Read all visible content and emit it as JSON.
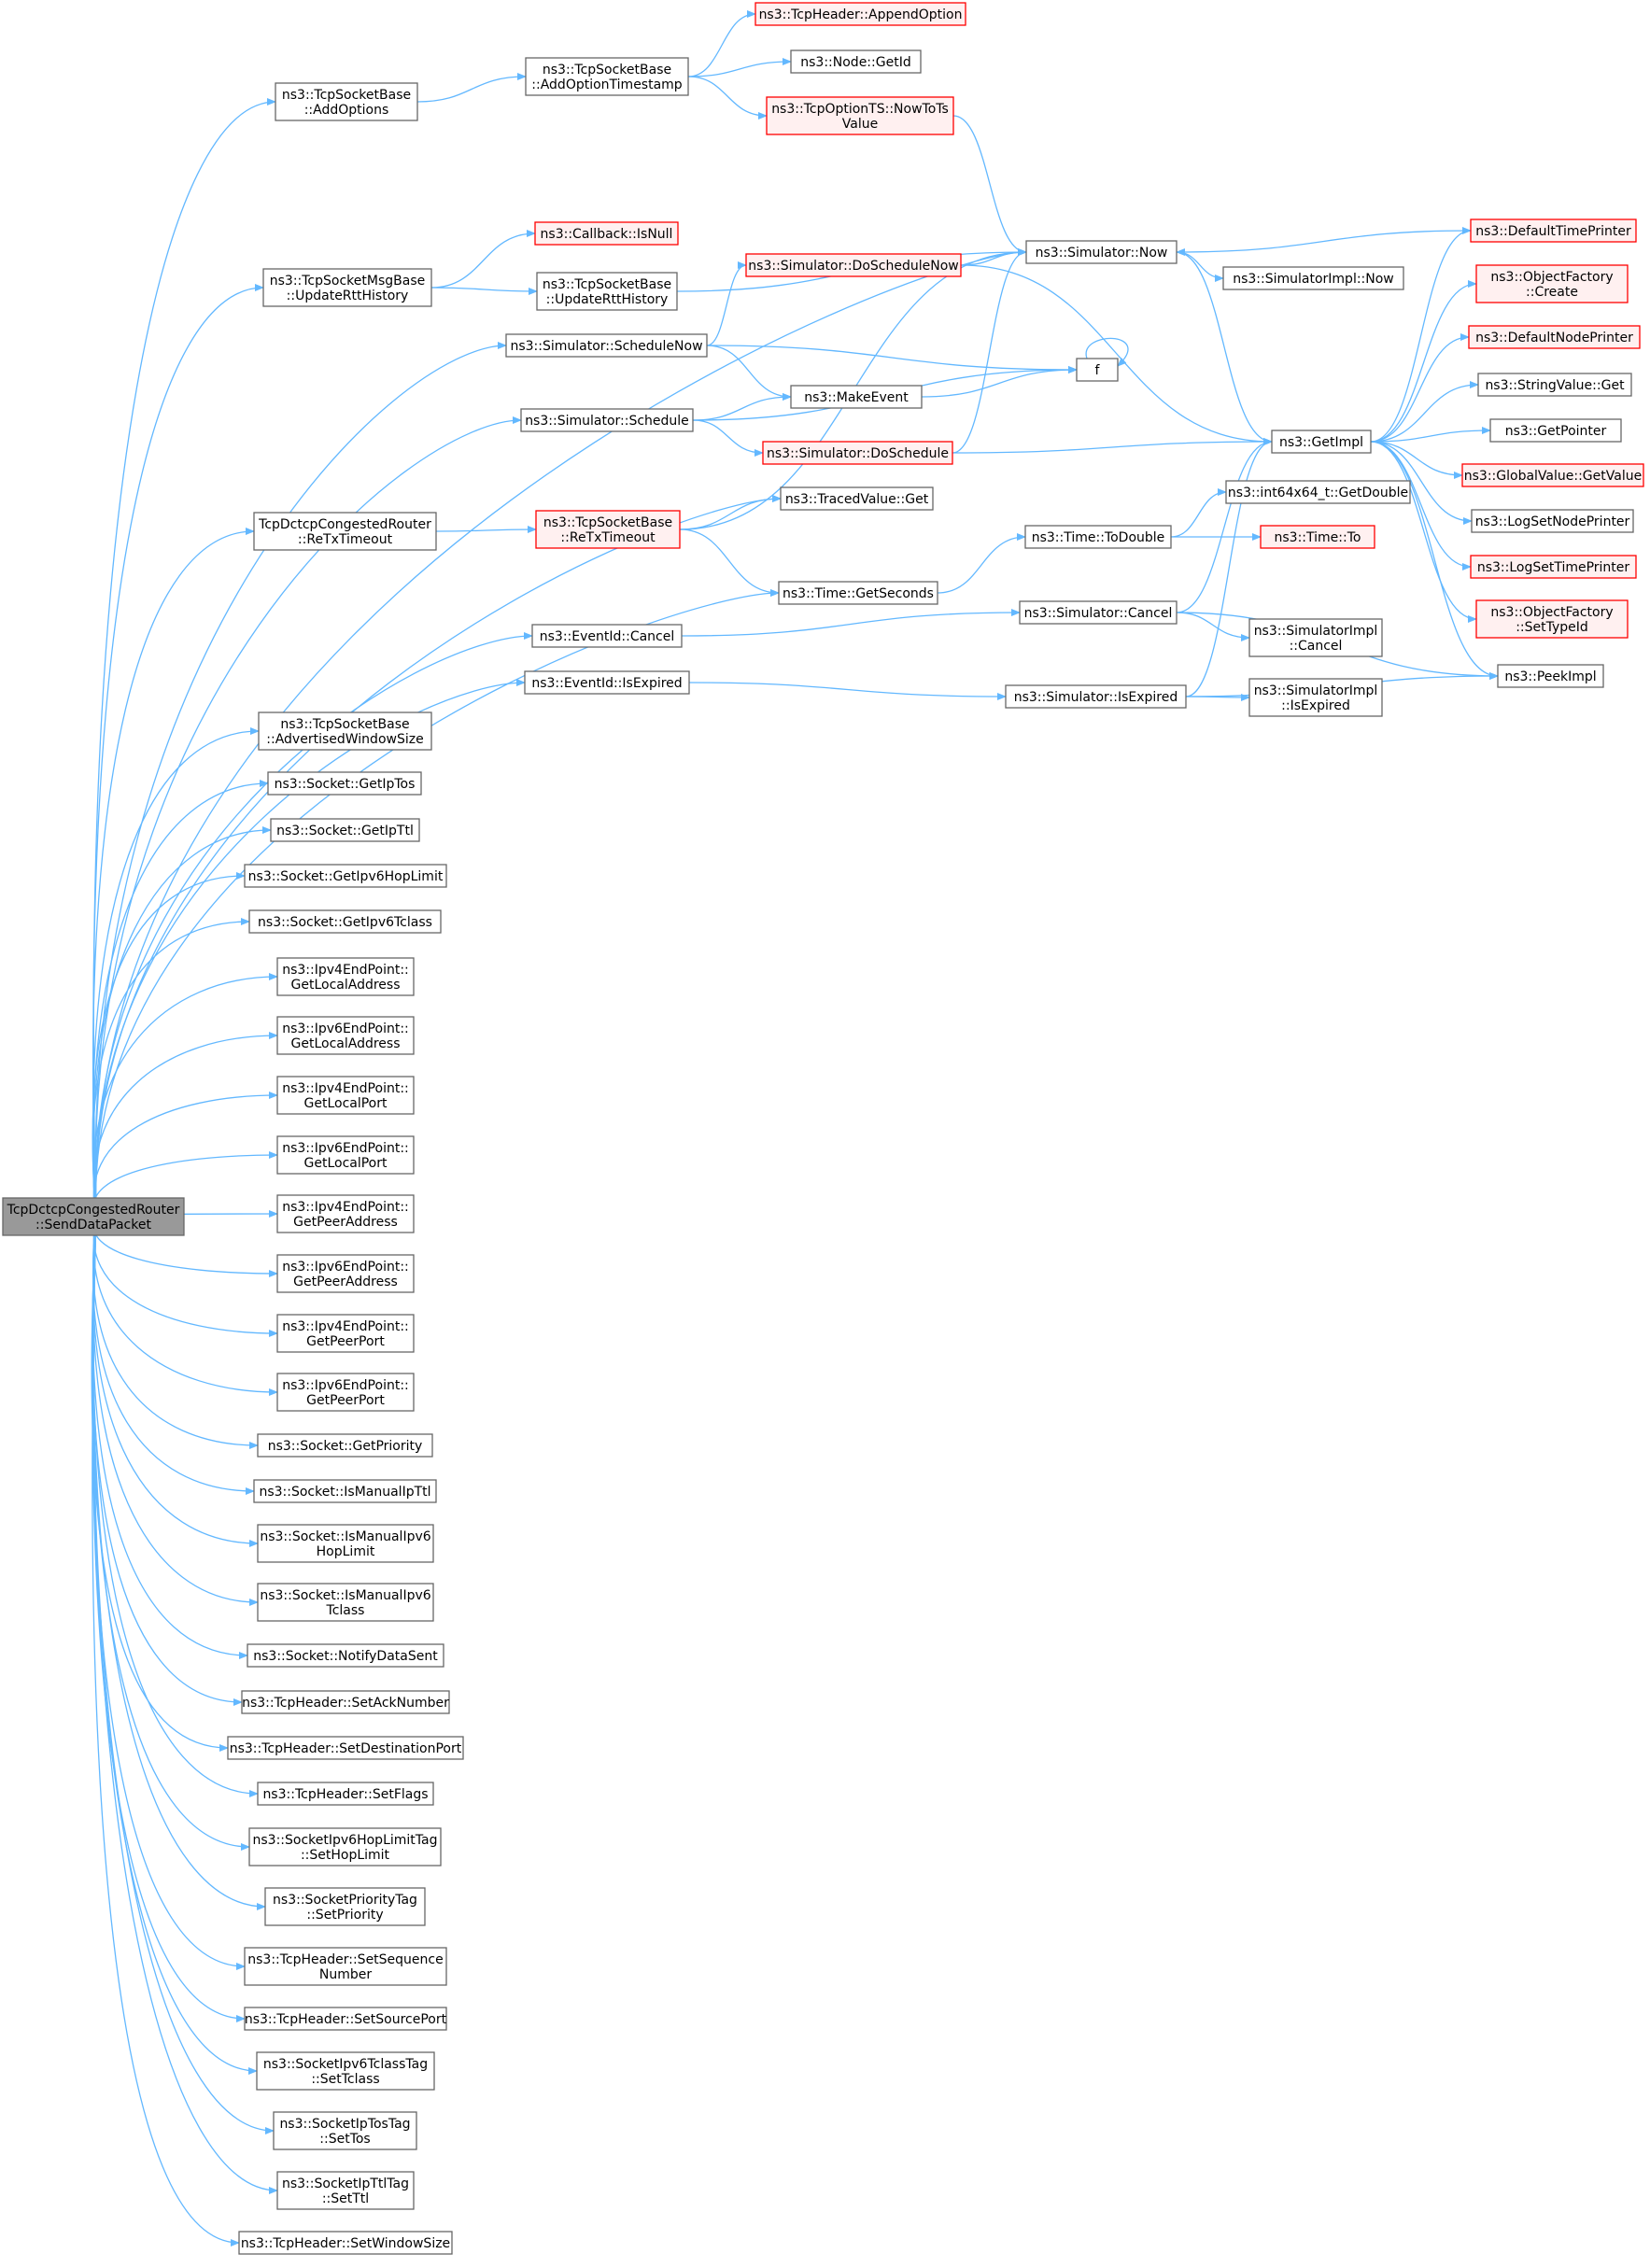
{
  "diagram": {
    "type": "call-graph",
    "colors": {
      "edge": "#63b8ff",
      "root_fill": "#999999",
      "node_border": "#666666",
      "truncated_border": "#ff0000",
      "truncated_fill": "#fff0f0"
    },
    "nodes": [
      {
        "id": "root",
        "lines": [
          "TcpDctcpCongestedRouter",
          "::SendDataPacket"
        ],
        "style": "root"
      },
      {
        "id": "addopt",
        "lines": [
          "ns3::TcpSocketBase",
          "::AddOptions"
        ],
        "style": "plain"
      },
      {
        "id": "addts",
        "lines": [
          "ns3::TcpSocketBase",
          "::AddOptionTimestamp"
        ],
        "style": "plain"
      },
      {
        "id": "appendopt",
        "lines": [
          "ns3::TcpHeader::AppendOption"
        ],
        "style": "red"
      },
      {
        "id": "nodeget",
        "lines": [
          "ns3::Node::GetId"
        ],
        "style": "plain"
      },
      {
        "id": "nowtots",
        "lines": [
          "ns3::TcpOptionTS::NowToTs",
          "Value"
        ],
        "style": "red"
      },
      {
        "id": "now",
        "lines": [
          "ns3::Simulator::Now"
        ],
        "style": "plain"
      },
      {
        "id": "simnow",
        "lines": [
          "ns3::SimulatorImpl::Now"
        ],
        "style": "plain"
      },
      {
        "id": "deftime",
        "lines": [
          "ns3::DefaultTimePrinter"
        ],
        "style": "red"
      },
      {
        "id": "isnull",
        "lines": [
          "ns3::Callback::IsNull"
        ],
        "style": "red"
      },
      {
        "id": "msgupd",
        "lines": [
          "ns3::TcpSocketMsgBase",
          "::UpdateRttHistory"
        ],
        "style": "plain"
      },
      {
        "id": "baseupd",
        "lines": [
          "ns3::TcpSocketBase",
          "::UpdateRttHistory"
        ],
        "style": "plain"
      },
      {
        "id": "doschednow",
        "lines": [
          "ns3::Simulator::DoScheduleNow"
        ],
        "style": "red"
      },
      {
        "id": "objcreate",
        "lines": [
          "ns3::ObjectFactory",
          "::Create"
        ],
        "style": "red"
      },
      {
        "id": "schednow",
        "lines": [
          "ns3::Simulator::ScheduleNow"
        ],
        "style": "plain"
      },
      {
        "id": "makeevent",
        "lines": [
          "ns3::MakeEvent"
        ],
        "style": "plain"
      },
      {
        "id": "f",
        "lines": [
          "f"
        ],
        "style": "plain"
      },
      {
        "id": "defnode",
        "lines": [
          "ns3::DefaultNodePrinter"
        ],
        "style": "red"
      },
      {
        "id": "strget",
        "lines": [
          "ns3::StringValue::Get"
        ],
        "style": "plain"
      },
      {
        "id": "sched",
        "lines": [
          "ns3::Simulator::Schedule"
        ],
        "style": "plain"
      },
      {
        "id": "getimpl",
        "lines": [
          "ns3::GetImpl"
        ],
        "style": "plain"
      },
      {
        "id": "getptr",
        "lines": [
          "ns3::GetPointer"
        ],
        "style": "plain"
      },
      {
        "id": "dosched",
        "lines": [
          "ns3::Simulator::DoSchedule"
        ],
        "style": "red"
      },
      {
        "id": "globalget",
        "lines": [
          "ns3::GlobalValue::GetValue"
        ],
        "style": "red"
      },
      {
        "id": "int64",
        "lines": [
          "ns3::int64x64_t::GetDouble"
        ],
        "style": "plain"
      },
      {
        "id": "routertx",
        "lines": [
          "TcpDctcpCongestedRouter",
          "::ReTxTimeout"
        ],
        "style": "plain"
      },
      {
        "id": "basetx",
        "lines": [
          "ns3::TcpSocketBase",
          "::ReTxTimeout"
        ],
        "style": "red"
      },
      {
        "id": "tracedget",
        "lines": [
          "ns3::TracedValue::Get"
        ],
        "style": "plain"
      },
      {
        "id": "lognode",
        "lines": [
          "ns3::LogSetNodePrinter"
        ],
        "style": "plain"
      },
      {
        "id": "todouble",
        "lines": [
          "ns3::Time::ToDouble"
        ],
        "style": "plain"
      },
      {
        "id": "timeto",
        "lines": [
          "ns3::Time::To"
        ],
        "style": "red"
      },
      {
        "id": "logtime",
        "lines": [
          "ns3::LogSetTimePrinter"
        ],
        "style": "red"
      },
      {
        "id": "getsec",
        "lines": [
          "ns3::Time::GetSeconds"
        ],
        "style": "plain"
      },
      {
        "id": "objsettype",
        "lines": [
          "ns3::ObjectFactory",
          "::SetTypeId"
        ],
        "style": "red"
      },
      {
        "id": "evcancel",
        "lines": [
          "ns3::EventId::Cancel"
        ],
        "style": "plain"
      },
      {
        "id": "simcancel",
        "lines": [
          "ns3::Simulator::Cancel"
        ],
        "style": "plain"
      },
      {
        "id": "implcancel",
        "lines": [
          "ns3::SimulatorImpl",
          "::Cancel"
        ],
        "style": "plain"
      },
      {
        "id": "peek",
        "lines": [
          "ns3::PeekImpl"
        ],
        "style": "plain"
      },
      {
        "id": "evexpired",
        "lines": [
          "ns3::EventId::IsExpired"
        ],
        "style": "plain"
      },
      {
        "id": "simexpired",
        "lines": [
          "ns3::Simulator::IsExpired"
        ],
        "style": "plain"
      },
      {
        "id": "implexpired",
        "lines": [
          "ns3::SimulatorImpl",
          "::IsExpired"
        ],
        "style": "plain"
      },
      {
        "id": "advwin",
        "lines": [
          "ns3::TcpSocketBase",
          "::AdvertisedWindowSize"
        ],
        "style": "plain"
      },
      {
        "id": "getiptos",
        "lines": [
          "ns3::Socket::GetIpTos"
        ],
        "style": "plain"
      },
      {
        "id": "getipttl",
        "lines": [
          "ns3::Socket::GetIpTtl"
        ],
        "style": "plain"
      },
      {
        "id": "getip6hop",
        "lines": [
          "ns3::Socket::GetIpv6HopLimit"
        ],
        "style": "plain"
      },
      {
        "id": "getip6tc",
        "lines": [
          "ns3::Socket::GetIpv6Tclass"
        ],
        "style": "plain"
      },
      {
        "id": "ip4la",
        "lines": [
          "ns3::Ipv4EndPoint::",
          "GetLocalAddress"
        ],
        "style": "plain"
      },
      {
        "id": "ip6la",
        "lines": [
          "ns3::Ipv6EndPoint::",
          "GetLocalAddress"
        ],
        "style": "plain"
      },
      {
        "id": "ip4lp",
        "lines": [
          "ns3::Ipv4EndPoint::",
          "GetLocalPort"
        ],
        "style": "plain"
      },
      {
        "id": "ip6lp",
        "lines": [
          "ns3::Ipv6EndPoint::",
          "GetLocalPort"
        ],
        "style": "plain"
      },
      {
        "id": "ip4pa",
        "lines": [
          "ns3::Ipv4EndPoint::",
          "GetPeerAddress"
        ],
        "style": "plain"
      },
      {
        "id": "ip6pa",
        "lines": [
          "ns3::Ipv6EndPoint::",
          "GetPeerAddress"
        ],
        "style": "plain"
      },
      {
        "id": "ip4pp",
        "lines": [
          "ns3::Ipv4EndPoint::",
          "GetPeerPort"
        ],
        "style": "plain"
      },
      {
        "id": "ip6pp",
        "lines": [
          "ns3::Ipv6EndPoint::",
          "GetPeerPort"
        ],
        "style": "plain"
      },
      {
        "id": "getprio",
        "lines": [
          "ns3::Socket::GetPriority"
        ],
        "style": "plain"
      },
      {
        "id": "ismanttl",
        "lines": [
          "ns3::Socket::IsManualIpTtl"
        ],
        "style": "plain"
      },
      {
        "id": "ismanhop",
        "lines": [
          "ns3::Socket::IsManualIpv6",
          "HopLimit"
        ],
        "style": "plain"
      },
      {
        "id": "ismantc",
        "lines": [
          "ns3::Socket::IsManualIpv6",
          "Tclass"
        ],
        "style": "plain"
      },
      {
        "id": "notify",
        "lines": [
          "ns3::Socket::NotifyDataSent"
        ],
        "style": "plain"
      },
      {
        "id": "setack",
        "lines": [
          "ns3::TcpHeader::SetAckNumber"
        ],
        "style": "plain"
      },
      {
        "id": "setdst",
        "lines": [
          "ns3::TcpHeader::SetDestinationPort"
        ],
        "style": "plain"
      },
      {
        "id": "setflags",
        "lines": [
          "ns3::TcpHeader::SetFlags"
        ],
        "style": "plain"
      },
      {
        "id": "sethop",
        "lines": [
          "ns3::SocketIpv6HopLimitTag",
          "::SetHopLimit"
        ],
        "style": "plain"
      },
      {
        "id": "setprio",
        "lines": [
          "ns3::SocketPriorityTag",
          "::SetPriority"
        ],
        "style": "plain"
      },
      {
        "id": "setseq",
        "lines": [
          "ns3::TcpHeader::SetSequence",
          "Number"
        ],
        "style": "plain"
      },
      {
        "id": "setsrc",
        "lines": [
          "ns3::TcpHeader::SetSourcePort"
        ],
        "style": "plain"
      },
      {
        "id": "settc",
        "lines": [
          "ns3::SocketIpv6TclassTag",
          "::SetTclass"
        ],
        "style": "plain"
      },
      {
        "id": "settos",
        "lines": [
          "ns3::SocketIpTosTag",
          "::SetTos"
        ],
        "style": "plain"
      },
      {
        "id": "setttl",
        "lines": [
          "ns3::SocketIpTtlTag",
          "::SetTtl"
        ],
        "style": "plain"
      },
      {
        "id": "setwin",
        "lines": [
          "ns3::TcpHeader::SetWindowSize"
        ],
        "style": "plain"
      }
    ],
    "edges": [
      [
        "root",
        "addopt"
      ],
      [
        "root",
        "now"
      ],
      [
        "root",
        "msgupd"
      ],
      [
        "root",
        "schednow"
      ],
      [
        "root",
        "sched"
      ],
      [
        "root",
        "tracedget"
      ],
      [
        "root",
        "routertx"
      ],
      [
        "root",
        "getsec"
      ],
      [
        "root",
        "evcancel"
      ],
      [
        "root",
        "evexpired"
      ],
      [
        "root",
        "advwin"
      ],
      [
        "root",
        "getiptos"
      ],
      [
        "root",
        "getipttl"
      ],
      [
        "root",
        "getip6hop"
      ],
      [
        "root",
        "getip6tc"
      ],
      [
        "root",
        "ip4la"
      ],
      [
        "root",
        "ip6la"
      ],
      [
        "root",
        "ip4lp"
      ],
      [
        "root",
        "ip6lp"
      ],
      [
        "root",
        "ip4pa"
      ],
      [
        "root",
        "ip6pa"
      ],
      [
        "root",
        "ip4pp"
      ],
      [
        "root",
        "ip6pp"
      ],
      [
        "root",
        "getprio"
      ],
      [
        "root",
        "ismanttl"
      ],
      [
        "root",
        "ismanhop"
      ],
      [
        "root",
        "ismantc"
      ],
      [
        "root",
        "notify"
      ],
      [
        "root",
        "setack"
      ],
      [
        "root",
        "setdst"
      ],
      [
        "root",
        "setflags"
      ],
      [
        "root",
        "sethop"
      ],
      [
        "root",
        "setprio"
      ],
      [
        "root",
        "setseq"
      ],
      [
        "root",
        "setsrc"
      ],
      [
        "root",
        "settc"
      ],
      [
        "root",
        "settos"
      ],
      [
        "root",
        "setttl"
      ],
      [
        "root",
        "setwin"
      ],
      [
        "addopt",
        "addts"
      ],
      [
        "addts",
        "appendopt"
      ],
      [
        "addts",
        "nodeget"
      ],
      [
        "addts",
        "nowtots"
      ],
      [
        "nowtots",
        "now"
      ],
      [
        "msgupd",
        "isnull"
      ],
      [
        "msgupd",
        "baseupd"
      ],
      [
        "baseupd",
        "now"
      ],
      [
        "schednow",
        "doschednow"
      ],
      [
        "schednow",
        "makeevent"
      ],
      [
        "schednow",
        "f"
      ],
      [
        "doschednow",
        "now"
      ],
      [
        "doschednow",
        "getimpl"
      ],
      [
        "sched",
        "makeevent"
      ],
      [
        "sched",
        "f"
      ],
      [
        "sched",
        "dosched"
      ],
      [
        "makeevent",
        "f"
      ],
      [
        "f",
        "f"
      ],
      [
        "dosched",
        "now"
      ],
      [
        "dosched",
        "getimpl"
      ],
      [
        "now",
        "simnow"
      ],
      [
        "now",
        "getimpl"
      ],
      [
        "deftime",
        "now"
      ],
      [
        "getimpl",
        "deftime"
      ],
      [
        "getimpl",
        "objcreate"
      ],
      [
        "getimpl",
        "defnode"
      ],
      [
        "getimpl",
        "strget"
      ],
      [
        "getimpl",
        "getptr"
      ],
      [
        "getimpl",
        "globalget"
      ],
      [
        "getimpl",
        "lognode"
      ],
      [
        "getimpl",
        "logtime"
      ],
      [
        "getimpl",
        "objsettype"
      ],
      [
        "getimpl",
        "peek"
      ],
      [
        "routertx",
        "basetx"
      ],
      [
        "basetx",
        "tracedget"
      ],
      [
        "basetx",
        "getsec"
      ],
      [
        "basetx",
        "now"
      ],
      [
        "getsec",
        "todouble"
      ],
      [
        "todouble",
        "int64"
      ],
      [
        "todouble",
        "timeto"
      ],
      [
        "evcancel",
        "simcancel"
      ],
      [
        "simcancel",
        "getimpl"
      ],
      [
        "simcancel",
        "implcancel"
      ],
      [
        "simcancel",
        "peek"
      ],
      [
        "evexpired",
        "simexpired"
      ],
      [
        "simexpired",
        "getimpl"
      ],
      [
        "simexpired",
        "implexpired"
      ],
      [
        "simexpired",
        "peek"
      ]
    ]
  }
}
